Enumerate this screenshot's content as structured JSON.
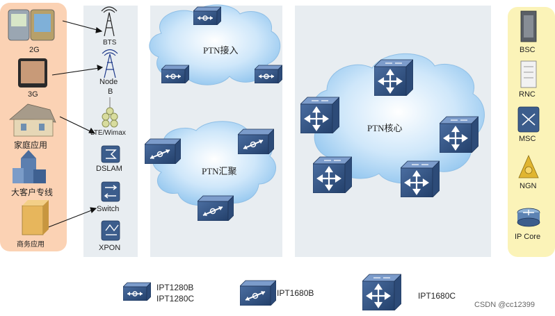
{
  "clients": [
    {
      "id": "2g",
      "label": "2G",
      "icon": "mobile-phone-icon"
    },
    {
      "id": "3g",
      "label": "3G",
      "icon": "smartphone-icon"
    },
    {
      "id": "home",
      "label": "家庭应用",
      "icon": "house-icon"
    },
    {
      "id": "enterprise",
      "label": "大客户专线",
      "icon": "office-building-icon"
    },
    {
      "id": "business",
      "label": "商务应用",
      "icon": "commercial-building-icon"
    }
  ],
  "access_devices": [
    {
      "id": "bts",
      "label": "BTS",
      "icon": "radio-tower-icon"
    },
    {
      "id": "nodeb",
      "label_line1": "Node",
      "label_line2": "B",
      "icon": "nodeb-antenna-icon"
    },
    {
      "id": "lte",
      "label": "LTE/Wimax",
      "icon": "lte-antenna-icon"
    },
    {
      "id": "dslam",
      "label": "DSLAM",
      "icon": "dslam-icon"
    },
    {
      "id": "switch",
      "label": "Switch",
      "icon": "switch-icon"
    },
    {
      "id": "xpon",
      "label": "XPON",
      "icon": "xpon-icon"
    }
  ],
  "clouds": {
    "access": "PTN接入",
    "aggregation": "PTN汇聚",
    "core": "PTN核心"
  },
  "core_nodes": [
    {
      "id": "bsc",
      "label": "BSC",
      "icon": "server-rack-icon"
    },
    {
      "id": "rnc",
      "label": "RNC",
      "icon": "rnc-cabinet-icon"
    },
    {
      "id": "msc",
      "label": "MSC",
      "icon": "msc-switch-icon"
    },
    {
      "id": "ngn",
      "label": "NGN",
      "icon": "ngn-gear-icon"
    },
    {
      "id": "ipcore",
      "label": "IP Core",
      "icon": "router-icon"
    }
  ],
  "legend": [
    {
      "id": "small",
      "line1": "IPT1280B",
      "line2": "IPT1280C"
    },
    {
      "id": "medium",
      "line1": "IPT1680B"
    },
    {
      "id": "large",
      "line1": "IPT1680C"
    }
  ],
  "watermark": "CSDN @cc12399",
  "colors": {
    "client_panel": "#fbd2b4",
    "access_panel": "#e8edf1",
    "cloud_panel": "#e8edf1",
    "core_panel": "#fbf3b8",
    "cloud_fill": "#a9d3f2",
    "device": "#3c5d8c"
  }
}
